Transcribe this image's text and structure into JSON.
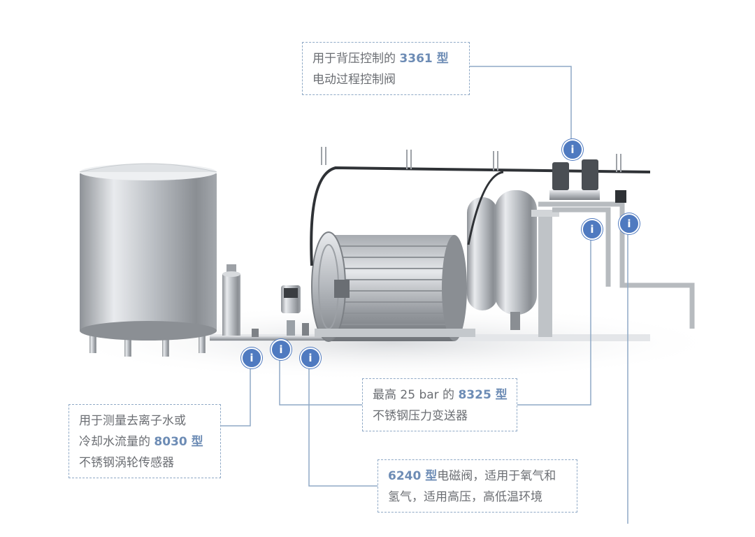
{
  "callouts": [
    {
      "id": "valve-3361",
      "line1": [
        "用于背压控制的 ",
        "3361 型",
        ""
      ],
      "line2": "电动过程控制阀"
    },
    {
      "id": "transmitter-8325",
      "line1": [
        "最高 25 bar 的 ",
        "8325 型",
        ""
      ],
      "line2": "不锈钢压力变送器"
    },
    {
      "id": "sensor-8030",
      "line1": "用于测量去离子水或",
      "line2": [
        "冷却水流量的 ",
        "8030 型",
        ""
      ],
      "line3": "不锈钢涡轮传感器"
    },
    {
      "id": "solenoid-6240",
      "line1": [
        "",
        "6240 型",
        "电磁阀，适用于氧气和"
      ],
      "line2": "氢气，适用高压，高低温环境"
    }
  ],
  "info_marker_glyph": "i",
  "colors": {
    "accent": "#6d8cb5",
    "marker": "#4f7ac0",
    "leader": "#8fa9c6",
    "text": "#6b6e73"
  }
}
